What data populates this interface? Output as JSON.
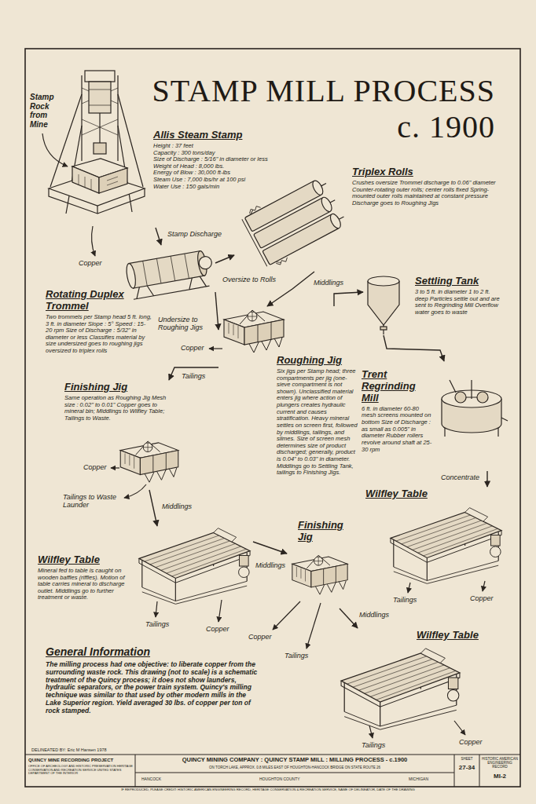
{
  "diagram": {
    "title": "STAMP MILL PROCESS c. 1900",
    "nodes": [
      {
        "text": [
          "Allis Steam Stamp",
          "Height : 37 feet",
          "Capacity : 300 tons/day",
          "Size of Discharge : 5/16\" in diameter or less",
          "Weight of Head : 8,000 lbs.",
          "Energy of Blow : 30,000 ft-lbs",
          "Steam Use : 7,000 lbs/hr at 100 psi",
          "Water Use : 150 gals/min"
        ]
      },
      {
        "text": [
          "Triplex Rolls",
          "Crushes oversize Trommel discharge to 0.06\" diameter Counter-rotating outer rolls; center rolls fixed Spring-mounted outer rolls maintained at constant pressure Discharge goes to Roughing Jigs"
        ]
      },
      {
        "text": [
          "Rotating Duplex Trommel",
          "Two trommels per Stamp head 5 ft. long, 3 ft. in diameter Slope : 5° Speed : 15-20 rpm Size of Discharge : 5/32\" in diameter or less Classifies material by size undersized goes to roughing jigs oversized to triplex rolls"
        ]
      },
      {
        "text": [
          "Settling Tank",
          "3 to 5 ft. in diameter 1 to 2 ft. deep Particles settle out and are sent to Regrinding Mill Overflow water goes to waste"
        ]
      },
      {
        "text": [
          "Roughing Jig",
          "Six jigs per Stamp head; three compartments per jig (one-sieve compartment is not shown). Unclassified material enters jig where action of plungers creates hydraulic current and causes stratification. Heavy mineral settles on screen first, followed by middlings, tailings, and slimes. Size of screen mesh determines size of product discharged; generally, product is 0.04\" to 0.03\" in diameter. Middlings go to Settling Tank, tailings to Finishing Jigs."
        ]
      },
      {
        "text": [
          "Finishing Jig",
          "Same operation as Roughing Jig Mesh size : 0.02\" to 0.01\" Copper goes to mineral bin; Middlings to Wilfley Table; Tailings to Waste."
        ]
      },
      {
        "text": [
          "Trent Regrinding Mill",
          "6 ft. in diameter 60-80 mesh screens mounted on bottom Size of Discharge : as small as 0.005\" in diameter Rubber rollers revolve around shaft at 25-30 rpm"
        ]
      },
      {
        "text": [
          "Wilfley Table"
        ]
      },
      {
        "text": [
          "Wilfley Table",
          "Mineral fed to table is caught on wooden baffles (riffles). Motion of table carries mineral to discharge outlet. Middlings go to further treatment or waste."
        ]
      },
      {
        "text": [
          "Finishing Jig"
        ]
      },
      {
        "text": [
          "Wilfley Table"
        ]
      }
    ],
    "edges": [
      {
        "from": 0,
        "to": 2,
        "label": "Stamp Discharge",
        "arrow": "to"
      },
      {
        "from": 2,
        "to": 1,
        "label": "Oversize to Rolls",
        "arrow": "to"
      },
      {
        "from": 2,
        "to": 4,
        "label": "Undersize to Roughing Jigs",
        "arrow": "to"
      },
      {
        "from": 1,
        "to": 4,
        "arrow": "to"
      },
      {
        "from": 4,
        "to": 3,
        "label": "Middlings",
        "arrow": "to"
      },
      {
        "from": 4,
        "to": 5,
        "label": "Tailings",
        "arrow": "to"
      },
      {
        "from": 3,
        "to": 6,
        "arrow": "to"
      },
      {
        "from": 6,
        "to": 7,
        "label": "Concentrate",
        "arrow": "to"
      },
      {
        "from": 5,
        "to": 8,
        "label": "Middlings",
        "arrow": "to"
      },
      {
        "from": 8,
        "to": 9,
        "label": "Middlings",
        "arrow": "to"
      },
      {
        "from": 9,
        "to": 10,
        "label": "Middlings",
        "arrow": "to"
      }
    ],
    "labels": [
      "Stamp Rock from Mine",
      "Copper",
      "Copper",
      "Copper",
      "Tailings to Waste Launder",
      "Tailings",
      "Copper",
      "Tailings",
      "Copper",
      "Copper",
      "Tailings",
      "Tailings",
      "Copper",
      "General Information",
      "The milling process had one objective: to liberate copper from the surrounding waste rock. This drawing (not to scale) is a schematic treatment of the Quincy process; it does not show launders, hydraulic separators, or the power train system. Quincy's milling technique was similar to that used by other modern mills in the Lake Superior region. Yield averaged 30 lbs. of copper per ton of rock stamped.",
      "DELINEATED BY: Eric M Hansen 1978",
      "QUINCY MINE RECORDING PROJECT",
      "OFFICE OF ARCHEOLOGY AND HISTORIC PRESERVATION HERITAGE CONSERVATION AND RECREATION SERVICE UNITED STATES DEPARTMENT OF THE INTERIOR",
      "QUINCY MINING COMPANY : QUINCY STAMP MILL : MILLING PROCESS - c.1900",
      "ON TORCH LAKE, APPROX. 0.8 MILES EAST OF HOUGHTON-HANCOCK BRIDGE ON STATE ROUTE 26",
      "HANCOCK",
      "HOUGHTON COUNTY",
      "MICHIGAN",
      "SHEET",
      "27-34",
      "HISTORIC AMERICAN ENGINEERING RECORD",
      "MI-2",
      "IF REPRODUCED, PLEASE CREDIT: HISTORIC AMERICAN ENGINEERING RECORD, HERITAGE CONSERVATION & RECREATION SERVICE, NAME OF DELINEATOR, DATE OF THE DRAWING"
    ]
  }
}
